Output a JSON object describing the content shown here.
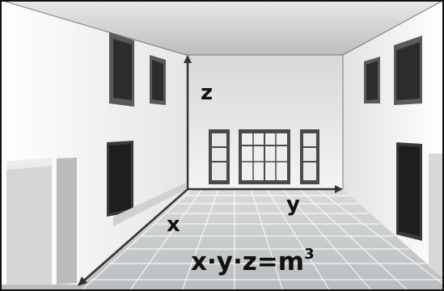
{
  "labels": {
    "x": "x",
    "y": "y",
    "z": "z"
  },
  "formula": {
    "expression": "x·y·z=m",
    "exponent": "3"
  },
  "colors": {
    "frame": "#111111",
    "wall": "#f2f2f2",
    "floor": "#cfd2d3",
    "axis": "#333333"
  }
}
